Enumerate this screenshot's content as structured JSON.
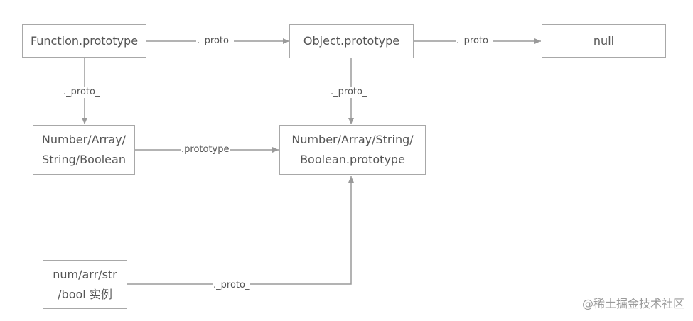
{
  "nodes": {
    "function_prototype": "Function.prototype",
    "object_prototype": "Object.prototype",
    "null": "null",
    "constructors": "Number/Array/\nString/Boolean",
    "constructors_prototype": "Number/Array/String/\nBoolean.prototype",
    "instances": "num/arr/str\n/bool 实例"
  },
  "edges": {
    "function_to_object": "._proto_",
    "object_to_null": "._proto_",
    "function_to_constructors": "._proto_",
    "constructors_proto_to_object": "._proto_",
    "constructors_to_prototype": ".prototype",
    "instances_to_prototype": "._proto_"
  },
  "watermark": "@稀土掘金技术社区",
  "colors": {
    "line": "#9a9a9a",
    "border": "#a8a8a8",
    "text": "#555555"
  }
}
